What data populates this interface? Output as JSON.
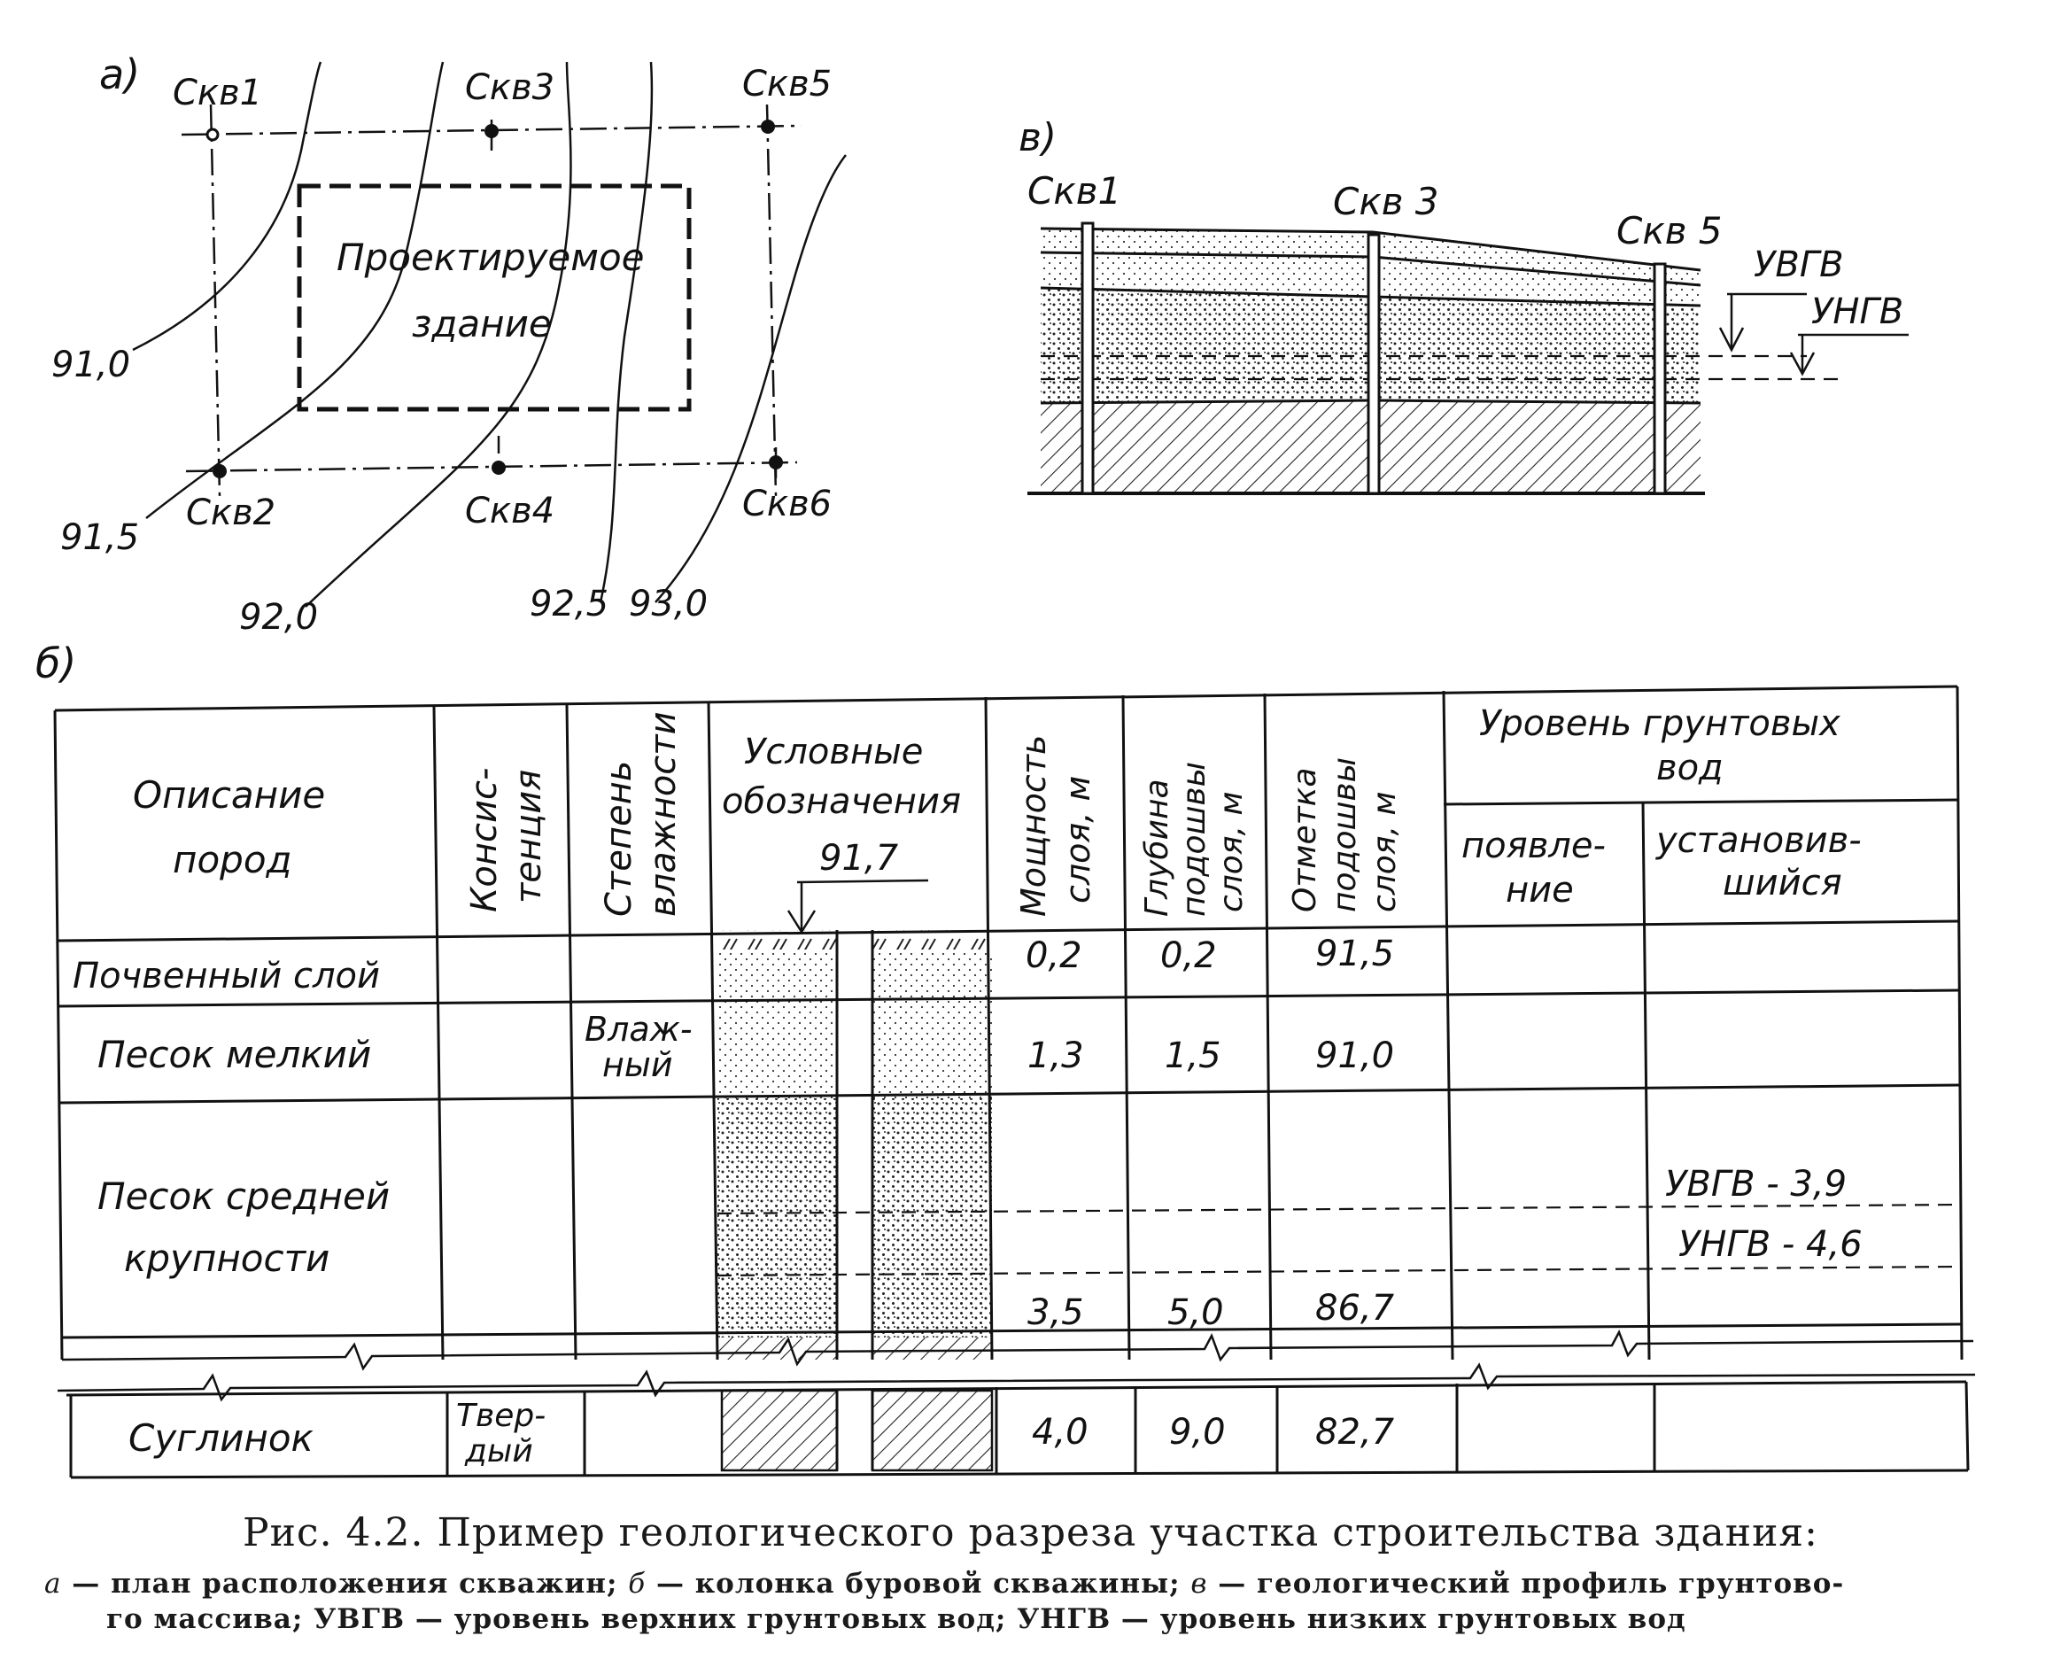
{
  "plan": {
    "label": "а)",
    "wells": [
      "Скв1",
      "Скв3",
      "Скв5",
      "Скв2",
      "Скв4",
      "Скв6"
    ],
    "building": [
      "Проектируемое",
      "здание"
    ],
    "contours": [
      "91,0",
      "91,5",
      "92,0",
      "92,5",
      "93,0"
    ]
  },
  "profile": {
    "label": "в)",
    "wells": [
      "Скв1",
      "Скв 3",
      "Скв 5"
    ],
    "uvgv": "УВГВ",
    "ungv": "УНГВ"
  },
  "column": {
    "label": "б)",
    "headers": {
      "description": [
        "Описание",
        "пород"
      ],
      "consistency": [
        "Консис-",
        "тенция"
      ],
      "moisture": [
        "Степень",
        "влажности"
      ],
      "symbols": [
        "Условные",
        "обозначения"
      ],
      "mark": "91,7",
      "thickness": [
        "Мощность",
        "слоя, м"
      ],
      "depth": [
        "Глубина",
        "подошвы",
        "слоя, м"
      ],
      "elevation": [
        "Отметка",
        "подошвы",
        "слоя, м"
      ],
      "groundwater": [
        "Уровень грунтовых",
        "вод"
      ],
      "appearance": [
        "появле-",
        "ние"
      ],
      "established": [
        "установив-",
        "шийся"
      ]
    },
    "rows": [
      {
        "name": [
          "Почвенный слой"
        ],
        "consistency": [],
        "moisture": [],
        "thickness": "0,2",
        "depth": "0,2",
        "elevation": "91,5"
      },
      {
        "name": [
          "Песок мелкий"
        ],
        "consistency": [],
        "moisture": [
          "Влаж-",
          "ный"
        ],
        "thickness": "1,3",
        "depth": "1,5",
        "elevation": "91,0"
      },
      {
        "name": [
          "Песок средней",
          "крупности"
        ],
        "consistency": [],
        "moisture": [],
        "thickness": "3,5",
        "depth": "5,0",
        "elevation": "86,7"
      },
      {
        "name": [
          "Суглинок"
        ],
        "consistency": [
          "Твер-",
          "дый"
        ],
        "moisture": [],
        "thickness": "4,0",
        "depth": "9,0",
        "elevation": "82,7"
      }
    ],
    "water_levels": [
      "УВГВ - 3,9",
      "УНГВ - 4,6"
    ]
  },
  "caption": {
    "title": "Рис. 4.2. Пример геологического разреза участка строительства здания:",
    "a_key": "а",
    "a_text": " — план расположения скважин; ",
    "b_key": "б",
    "b_text": " — колонка буровой скважины; ",
    "v_key": "в",
    "v_text": " — геологический профиль грунтово-",
    "line2": "го массива; УВГВ — уровень верхних грунтовых вод; УНГВ — уровень низких грунтовых вод"
  }
}
